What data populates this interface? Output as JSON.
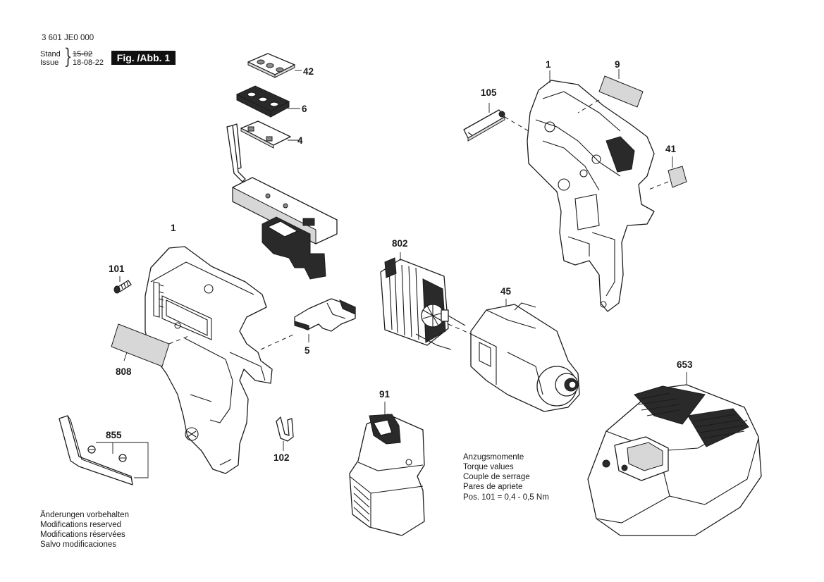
{
  "header": {
    "doc_number": "3 601 JE0 000",
    "stand_label": "Stand",
    "issue_label": "Issue",
    "stand_date": "15-02",
    "issue_date": "18-08-22",
    "figure_label": "Fig. /Abb. 1"
  },
  "callouts": {
    "p42": "42",
    "p6": "6",
    "p4": "4",
    "p1_left": "1",
    "p101": "101",
    "p808": "808",
    "p855": "855",
    "p102": "102",
    "p5": "5",
    "p802": "802",
    "p45": "45",
    "p91": "91",
    "p105": "105",
    "p1_right": "1",
    "p9": "9",
    "p41": "41",
    "p653": "653"
  },
  "torque": {
    "line1": "Anzugsmomente",
    "line2": "Torque values",
    "line3": "Couple de serrage",
    "line4": "Pares de apriete",
    "line5": "Pos. 101  =  0,4  -  0,5 Nm"
  },
  "notes": {
    "line1": "Änderungen vorbehalten",
    "line2": "Modifications reserved",
    "line3": "Modifications réservées",
    "line4": "Salvo modificaciones"
  }
}
